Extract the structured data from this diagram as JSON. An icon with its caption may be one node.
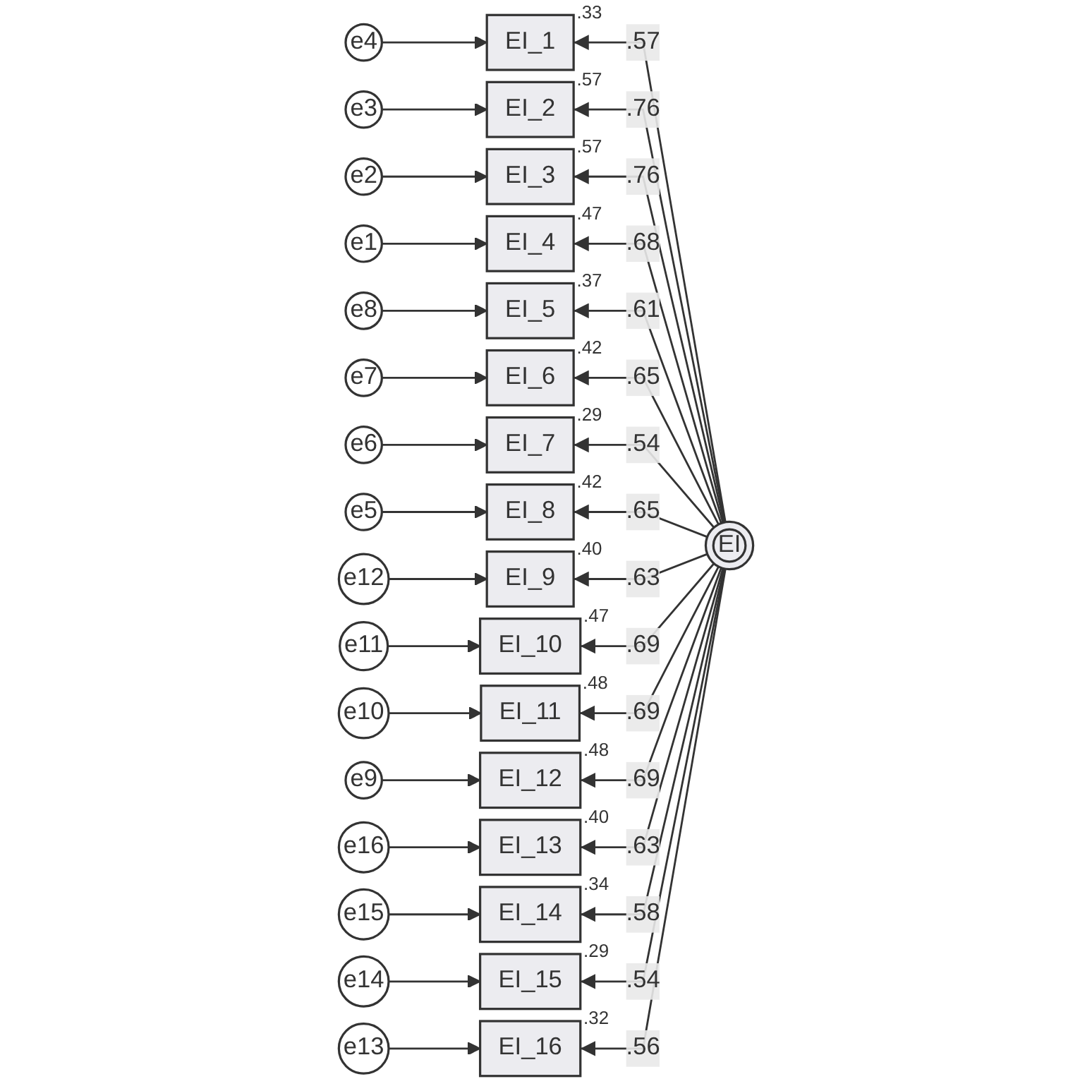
{
  "diagram": {
    "nodes": [
      {
        "text": [
          "e4"
        ]
      },
      {
        "text": [
          "EI_1"
        ],
        "beside": [
          ".33"
        ]
      },
      {
        "text": [
          "e3"
        ]
      },
      {
        "text": [
          "EI_2"
        ],
        "beside": [
          ".57"
        ]
      },
      {
        "text": [
          "e2"
        ]
      },
      {
        "text": [
          "EI_3"
        ],
        "beside": [
          ".57"
        ]
      },
      {
        "text": [
          "e1"
        ]
      },
      {
        "text": [
          "EI_4"
        ],
        "beside": [
          ".47"
        ]
      },
      {
        "text": [
          "e8"
        ]
      },
      {
        "text": [
          "EI_5"
        ],
        "beside": [
          ".37"
        ]
      },
      {
        "text": [
          "e7"
        ]
      },
      {
        "text": [
          "EI_6"
        ],
        "beside": [
          ".42"
        ]
      },
      {
        "text": [
          "e6"
        ]
      },
      {
        "text": [
          "EI_7"
        ],
        "beside": [
          ".29"
        ]
      },
      {
        "text": [
          "e5"
        ]
      },
      {
        "text": [
          "EI_8"
        ],
        "beside": [
          ".42"
        ]
      },
      {
        "text": [
          "e12"
        ]
      },
      {
        "text": [
          "EI_9"
        ],
        "beside": [
          ".40"
        ]
      },
      {
        "text": [
          "e11"
        ]
      },
      {
        "text": [
          "EI_10"
        ],
        "beside": [
          ".47"
        ]
      },
      {
        "text": [
          "e10"
        ]
      },
      {
        "text": [
          "EI_11"
        ],
        "beside": [
          ".48"
        ]
      },
      {
        "text": [
          "e9"
        ]
      },
      {
        "text": [
          "EI_12"
        ],
        "beside": [
          ".48"
        ]
      },
      {
        "text": [
          "e16"
        ]
      },
      {
        "text": [
          "EI_13"
        ],
        "beside": [
          ".40"
        ]
      },
      {
        "text": [
          "e15"
        ]
      },
      {
        "text": [
          "EI_14"
        ],
        "beside": [
          ".34"
        ]
      },
      {
        "text": [
          "e14"
        ]
      },
      {
        "text": [
          "EI_15"
        ],
        "beside": [
          ".29"
        ]
      },
      {
        "text": [
          "e13"
        ]
      },
      {
        "text": [
          "EI_16"
        ],
        "beside": [
          ".32"
        ]
      },
      {
        "text": [
          "EI"
        ]
      }
    ],
    "edges": [
      {
        "from": 0,
        "to": 1,
        "arrow": "to"
      },
      {
        "from": 2,
        "to": 3,
        "arrow": "to"
      },
      {
        "from": 4,
        "to": 5,
        "arrow": "to"
      },
      {
        "from": 6,
        "to": 7,
        "arrow": "to"
      },
      {
        "from": 8,
        "to": 9,
        "arrow": "to"
      },
      {
        "from": 10,
        "to": 11,
        "arrow": "to"
      },
      {
        "from": 12,
        "to": 13,
        "arrow": "to"
      },
      {
        "from": 14,
        "to": 15,
        "arrow": "to"
      },
      {
        "from": 16,
        "to": 17,
        "arrow": "to"
      },
      {
        "from": 18,
        "to": 19,
        "arrow": "to"
      },
      {
        "from": 20,
        "to": 21,
        "arrow": "to"
      },
      {
        "from": 22,
        "to": 23,
        "arrow": "to"
      },
      {
        "from": 24,
        "to": 25,
        "arrow": "to"
      },
      {
        "from": 26,
        "to": 27,
        "arrow": "to"
      },
      {
        "from": 28,
        "to": 29,
        "arrow": "to"
      },
      {
        "from": 30,
        "to": 31,
        "arrow": "to"
      },
      {
        "from": 32,
        "to": 1,
        "arrow": "to",
        "label": ".57"
      },
      {
        "from": 32,
        "to": 3,
        "arrow": "to",
        "label": ".76"
      },
      {
        "from": 32,
        "to": 5,
        "arrow": "to",
        "label": ".76"
      },
      {
        "from": 32,
        "to": 7,
        "arrow": "to",
        "label": ".68"
      },
      {
        "from": 32,
        "to": 9,
        "arrow": "to",
        "label": ".61"
      },
      {
        "from": 32,
        "to": 11,
        "arrow": "to",
        "label": ".65"
      },
      {
        "from": 32,
        "to": 13,
        "arrow": "to",
        "label": ".54"
      },
      {
        "from": 32,
        "to": 15,
        "arrow": "to",
        "label": ".65"
      },
      {
        "from": 32,
        "to": 17,
        "arrow": "to",
        "label": ".63"
      },
      {
        "from": 32,
        "to": 19,
        "arrow": "to",
        "label": ".69"
      },
      {
        "from": 32,
        "to": 21,
        "arrow": "to",
        "label": ".69"
      },
      {
        "from": 32,
        "to": 23,
        "arrow": "to",
        "label": ".69"
      },
      {
        "from": 32,
        "to": 25,
        "arrow": "to",
        "label": ".63"
      },
      {
        "from": 32,
        "to": 27,
        "arrow": "to",
        "label": ".58"
      },
      {
        "from": 32,
        "to": 29,
        "arrow": "to",
        "label": ".54"
      },
      {
        "from": 32,
        "to": 31,
        "arrow": "to",
        "label": ".56"
      }
    ]
  }
}
